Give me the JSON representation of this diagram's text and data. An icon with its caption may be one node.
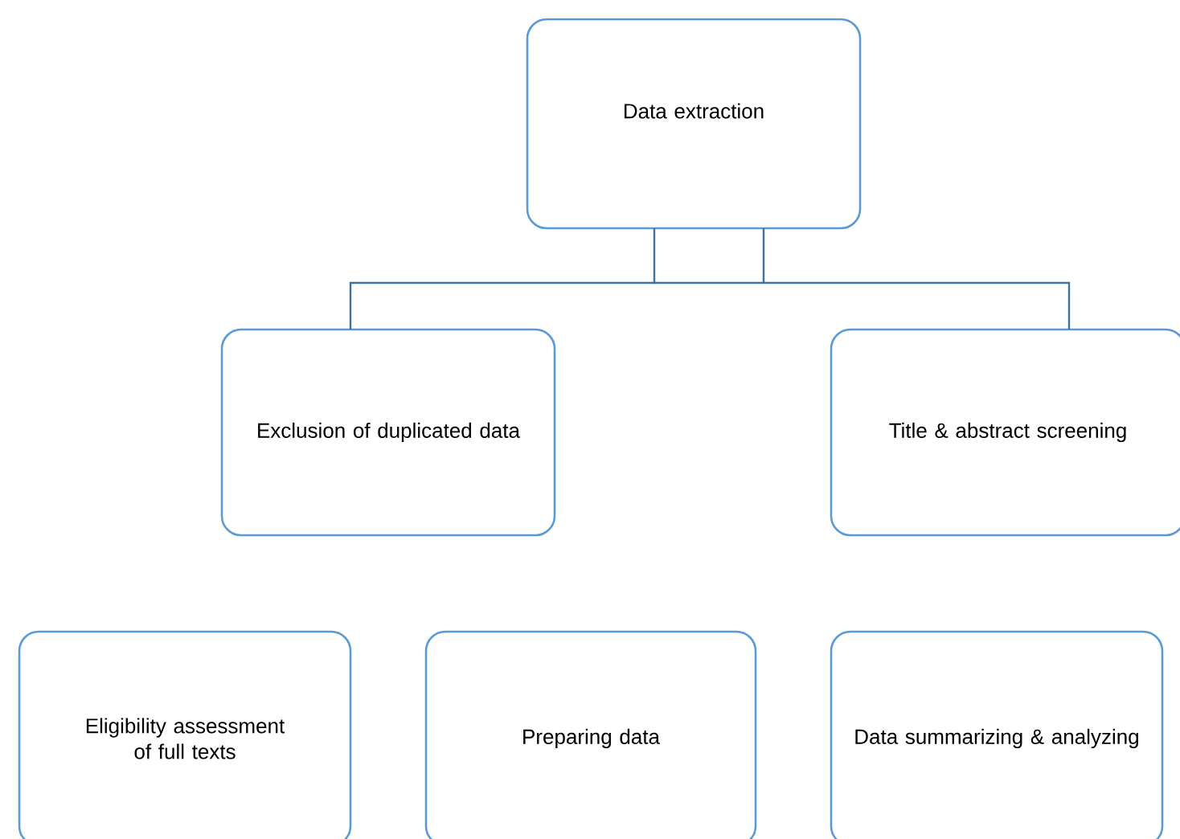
{
  "diagram": {
    "nodes": [
      {
        "text": [
          "Data extraction"
        ]
      },
      {
        "text": [
          "Exclusion of duplicated data"
        ]
      },
      {
        "text": [
          "Title & abstract screening"
        ]
      },
      {
        "text": [
          "Eligibility assessment of full texts"
        ]
      },
      {
        "text": [
          "Preparing data"
        ]
      },
      {
        "text": [
          "Data summarizing & analyzing"
        ]
      }
    ],
    "edges": [
      {
        "from": 0,
        "to": 1,
        "arrow": "none"
      },
      {
        "from": 0,
        "to": 2,
        "arrow": "none"
      }
    ]
  }
}
